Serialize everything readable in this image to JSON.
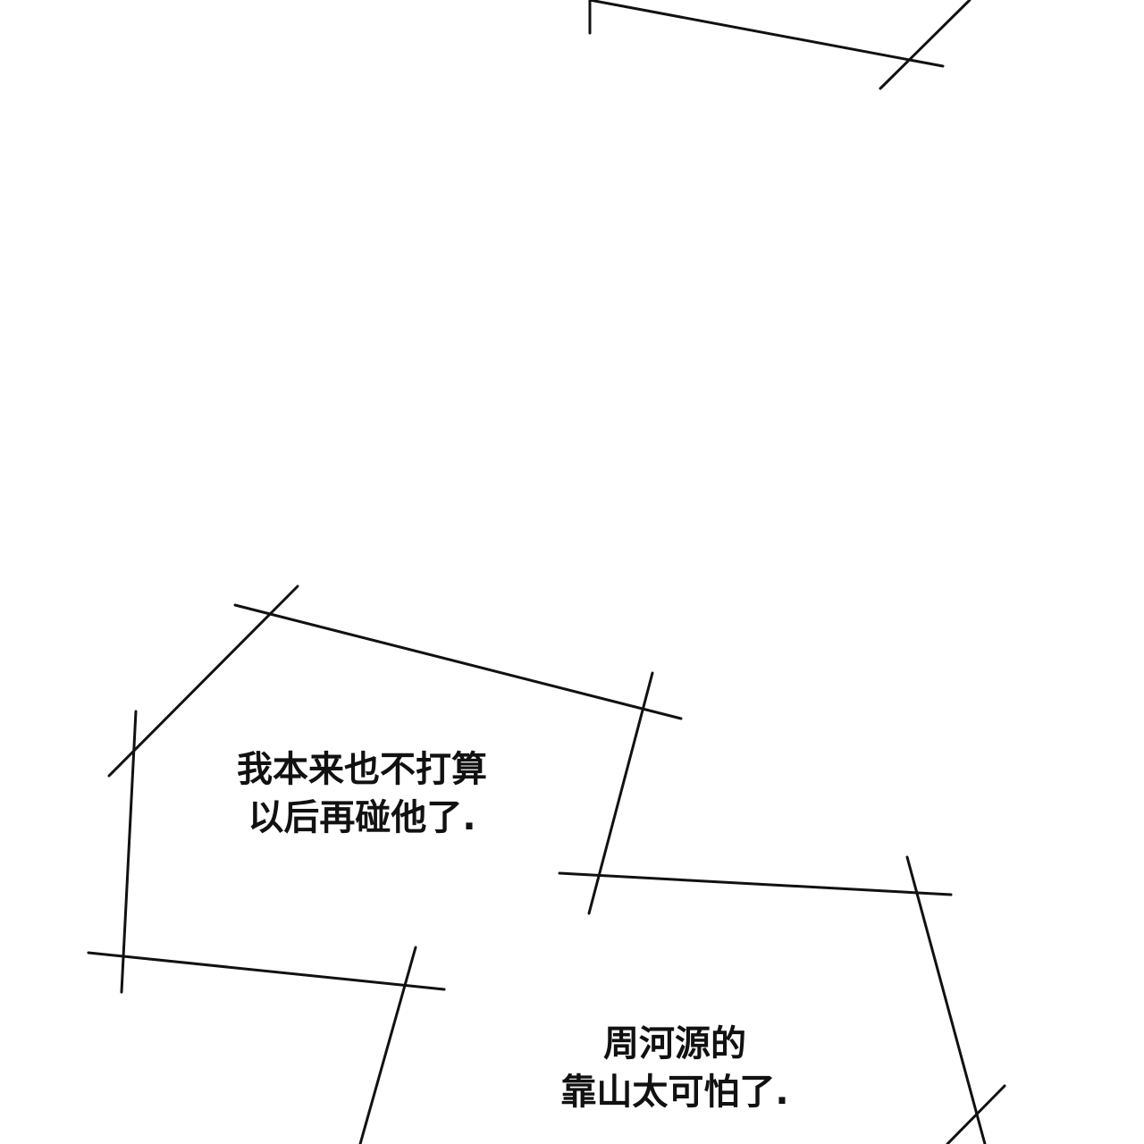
{
  "captions": [
    {
      "lines": [
        "我本来也不打算",
        "以后再碰他了."
      ]
    },
    {
      "lines": [
        "周河源的",
        "靠山太可怕了."
      ]
    }
  ],
  "colors": {
    "background": "#ffffff",
    "ink": "#111111"
  }
}
